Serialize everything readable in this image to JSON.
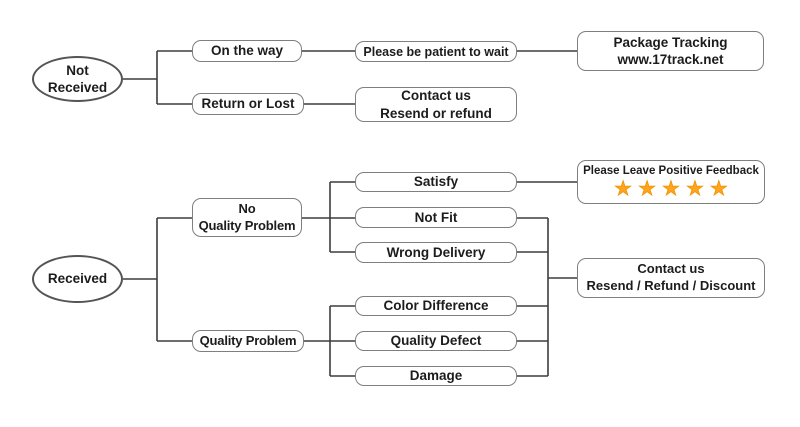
{
  "diagram": {
    "title": "Order received / not-received customer service flowchart",
    "colors": {
      "star_fill": "#FFA41C",
      "star_outline": "#ED9405",
      "connector_line": "#3D3D3D",
      "box_border": "#7F7F7F"
    },
    "top_tree": {
      "start": "Not\nReceived",
      "on_the_way": "On the way",
      "please_wait": "Please be patient to wait",
      "package_tracking": "Package Tracking\nwww.17track.net",
      "return_or_lost": "Return or Lost",
      "contact_us": "Contact us\nResend or refund"
    },
    "bottom_tree": {
      "start": "Received",
      "no_quality_problem": "No\nQuality Problem",
      "quality_problem": "Quality Problem",
      "satisfy": "Satisfy",
      "not_fit": "Not Fit",
      "wrong_delivery": "Wrong Delivery",
      "color_difference": "Color Difference",
      "quality_defect": "Quality Defect",
      "damage": "Damage",
      "feedback_title": "Please Leave Positive Feedback",
      "feedback_stars": "★★★★★",
      "star_count": 5,
      "contact_us": "Contact us\nResend / Refund / Discount"
    }
  }
}
